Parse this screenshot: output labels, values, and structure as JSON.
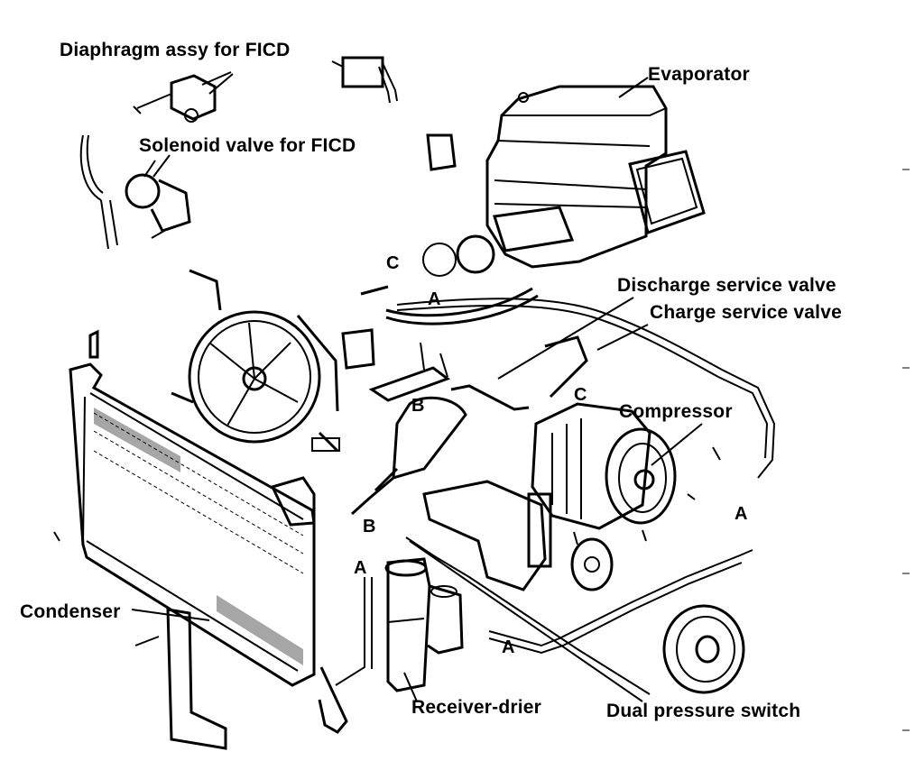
{
  "labels": {
    "diaphragm": "Diaphragm assy for FICD",
    "solenoid": "Solenoid valve for FICD",
    "evaporator": "Evaporator",
    "discharge_valve": "Discharge service valve",
    "charge_valve": "Charge service valve",
    "compressor": "Compressor",
    "condenser": "Condenser",
    "receiver_drier": "Receiver-drier",
    "dual_pressure_switch": "Dual pressure switch"
  },
  "connection_markers": {
    "c_top": "C",
    "a_top": "A",
    "b_bracket": "B",
    "c_right": "C",
    "a_compressor": "A",
    "b_bottom": "B",
    "a_receiver": "A",
    "a_bottom": "A"
  }
}
